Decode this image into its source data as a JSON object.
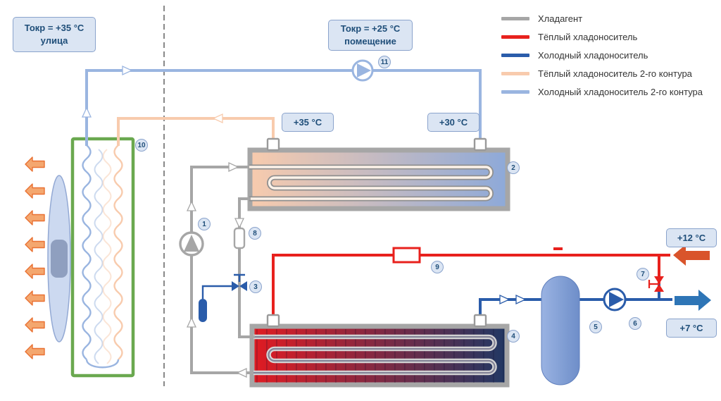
{
  "colors": {
    "gray": "#a6a6a6",
    "red": "#e8211d",
    "darkblue": "#2a5caa",
    "peach": "#f8cbad",
    "lightblue": "#9ab5e0",
    "green": "#6aa84f",
    "label_fill": "#dbe5f3",
    "label_border": "#8aa3cc",
    "label_text": "#1f4e79",
    "tank_light": "#9ab3e2",
    "tank_dark": "#6e8ec9",
    "fan_blade": "#ccd9f0",
    "fan_hub": "#8f9fbf",
    "airflow": "#f4a76f",
    "airflow_border": "#e97132",
    "inflow": "#d9542b",
    "outflow": "#2e75b6",
    "hx4_left": "#e11b22",
    "hx4_right": "#203864",
    "legend_text": "#333333"
  },
  "labels": {
    "outdoor_line1": "Токр = +35 °C",
    "outdoor_line2": "улица",
    "indoor_line1": "Токр = +25 °C",
    "indoor_line2": "помещение",
    "t35": "+35 °C",
    "t30": "+30 °C",
    "t12": "+12 °C",
    "t7": "+7 °C"
  },
  "legend": {
    "items": [
      {
        "label": "Хладагент",
        "color": "#a6a6a6"
      },
      {
        "label": "Тёплый хладоноситель",
        "color": "#e8211d"
      },
      {
        "label": "Холодный хладоноситель",
        "color": "#2a5caa"
      },
      {
        "label": "Тёплый хладоноситель 2-го контура",
        "color": "#f8cbad"
      },
      {
        "label": "Холодный хладоноситель 2-го контура",
        "color": "#9ab5e0"
      }
    ]
  },
  "badges": [
    {
      "n": "1"
    },
    {
      "n": "2"
    },
    {
      "n": "3"
    },
    {
      "n": "4"
    },
    {
      "n": "5"
    },
    {
      "n": "6"
    },
    {
      "n": "7"
    },
    {
      "n": "8"
    },
    {
      "n": "9"
    },
    {
      "n": "10"
    },
    {
      "n": "11"
    }
  ]
}
